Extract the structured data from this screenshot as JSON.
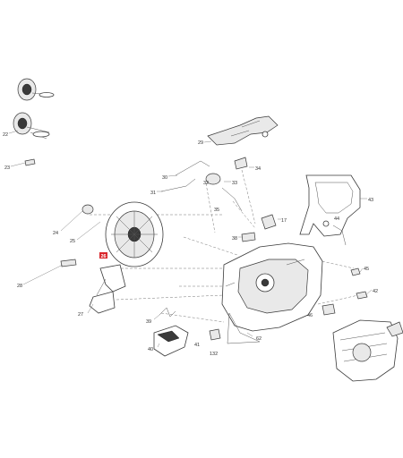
{
  "diagram": {
    "highlight_color": "#d9262b",
    "callouts": [
      {
        "id": "c-22",
        "text": "22"
      },
      {
        "id": "c-23",
        "text": "23"
      },
      {
        "id": "c-29",
        "text": "29"
      },
      {
        "id": "c-30",
        "text": "30"
      },
      {
        "id": "c-34",
        "text": "34"
      },
      {
        "id": "c-31",
        "text": "31"
      },
      {
        "id": "c-32",
        "text": "32"
      },
      {
        "id": "c-33",
        "text": "33"
      },
      {
        "id": "c-35",
        "text": "35"
      },
      {
        "id": "c-43",
        "text": "43"
      },
      {
        "id": "c-17",
        "text": "17"
      },
      {
        "id": "c-44",
        "text": "44"
      },
      {
        "id": "c-24",
        "text": "24"
      },
      {
        "id": "c-25",
        "text": "25"
      },
      {
        "id": "c-38",
        "text": "38"
      },
      {
        "id": "c-26",
        "text": "26",
        "highlight": true
      },
      {
        "id": "c-28",
        "text": "28"
      },
      {
        "id": "c-45",
        "text": "45"
      },
      {
        "id": "c-42",
        "text": "42"
      },
      {
        "id": "c-27",
        "text": "27"
      },
      {
        "id": "c-46",
        "text": "46"
      },
      {
        "id": "c-39",
        "text": "39"
      },
      {
        "id": "c-40",
        "text": "40"
      },
      {
        "id": "c-41",
        "text": "41"
      },
      {
        "id": "c-62",
        "text": "62"
      },
      {
        "id": "c-132",
        "text": "132"
      }
    ]
  }
}
